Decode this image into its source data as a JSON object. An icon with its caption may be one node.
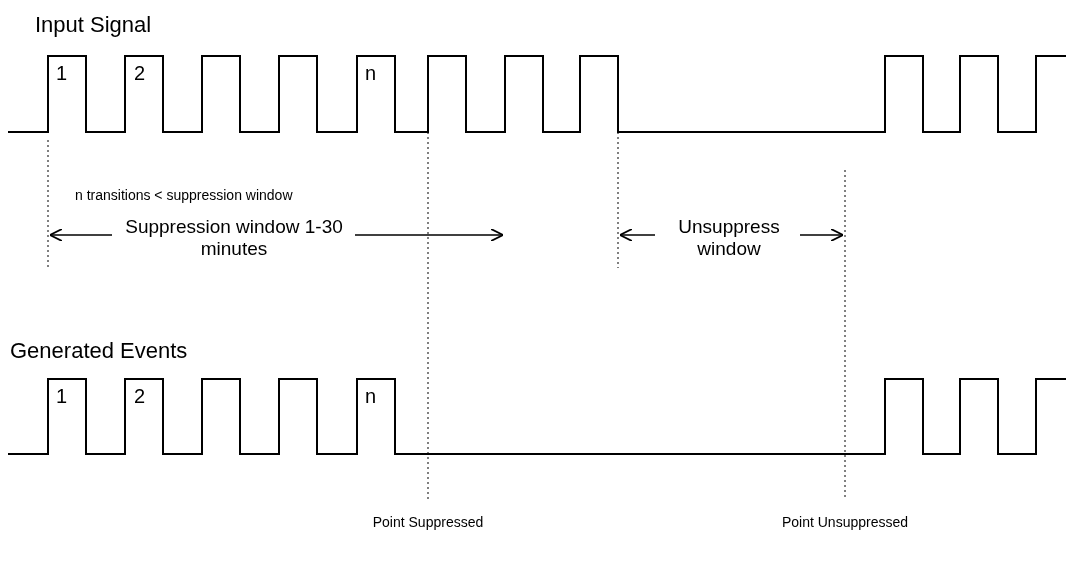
{
  "diagram": {
    "labels": [
      "Input Signal",
      "1",
      "2",
      "n",
      "n transitions < suppression window",
      "Suppression window 1-30 minutes",
      "Unsuppress window",
      "Generated Events",
      "1",
      "2",
      "n",
      "Point Suppressed",
      "Point Unsuppressed"
    ]
  }
}
